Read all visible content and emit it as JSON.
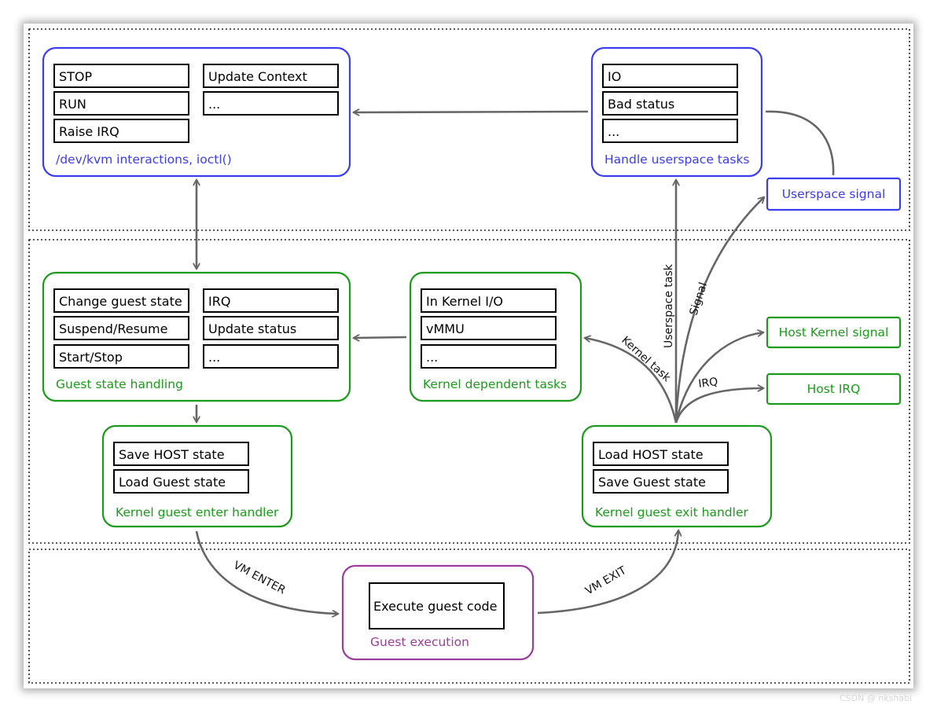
{
  "colors": {
    "blue": "#3c3cf0",
    "green": "#1b9a1b",
    "purple": "#9c3c9c",
    "arrow": "#666666",
    "dotted": "#222222"
  },
  "groups": {
    "kvm_interactions": {
      "caption": "/dev/kvm interactions, ioctl()",
      "items": [
        "STOP",
        "RUN",
        "Raise IRQ",
        "Update Context",
        "..."
      ]
    },
    "userspace_tasks": {
      "caption": "Handle userspace tasks",
      "items": [
        "IO",
        "Bad status",
        "..."
      ]
    },
    "guest_state": {
      "caption": "Guest state handling",
      "items": [
        "Change guest state",
        "Suspend/Resume",
        "Start/Stop",
        "IRQ",
        "Update status",
        "..."
      ]
    },
    "kernel_tasks": {
      "caption": "Kernel dependent tasks",
      "items": [
        "In Kernel I/O",
        "vMMU",
        "..."
      ]
    },
    "enter_handler": {
      "caption": "Kernel guest enter handler",
      "items": [
        "Save HOST state",
        "Load Guest state"
      ]
    },
    "exit_handler": {
      "caption": "Kernel guest exit handler",
      "items": [
        "Load HOST state",
        "Save Guest state"
      ]
    },
    "guest_execution": {
      "caption": "Guest execution",
      "items": [
        "Execute guest code"
      ]
    }
  },
  "signals": {
    "userspace_signal": "Userspace signal",
    "host_kernel_signal": "Host Kernel signal",
    "host_irq": "Host IRQ"
  },
  "edge_labels": {
    "userspace_task": "Userspace task",
    "signal": "Signal",
    "kernel_task": "Kernel task",
    "irq": "IRQ",
    "vm_enter": "VM ENTER",
    "vm_exit": "VM EXIT"
  },
  "watermark": "CSDN @ nkshabi"
}
